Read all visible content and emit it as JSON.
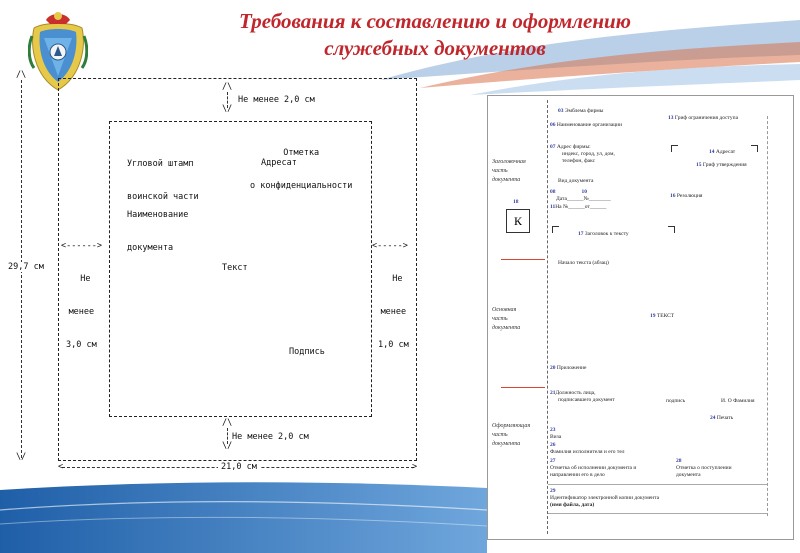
{
  "title": {
    "line1": "Требования к составлению и оформлению",
    "line2": "служебных документов"
  },
  "colors": {
    "title": "#c0272d",
    "accent_blue": "#1f5fa8",
    "form_number": "#2f3b9c",
    "form_red_line": "#d9452f"
  },
  "emblem": {
    "icon": "military-academy-emblem-icon"
  },
  "layout_scheme": {
    "height_label": "29,7 см",
    "width_label": "21,0 см",
    "top_margin": "Не менее 2,0 см",
    "bottom_margin": "Не менее 2,0 см",
    "left_margin": [
      "Не",
      "менее",
      "3,0 см"
    ],
    "right_margin": [
      "Не",
      "менее",
      "1,0 см"
    ],
    "corner_stamp": [
      "Угловой штамп",
      "воинской части"
    ],
    "confidentiality": [
      "Отметка",
      "о конфиденциальности"
    ],
    "addressee": "Адресат",
    "doc_name": [
      "Наименование",
      "документа"
    ],
    "text": "Текст",
    "signature": "Подпись"
  },
  "form_sample": {
    "side_labels": [
      [
        "Заголовочная",
        "часть",
        "документа"
      ],
      [
        "Основная",
        "часть",
        "документа"
      ],
      [
        "Оформляющая",
        "часть",
        "документа"
      ]
    ],
    "k_box": "К",
    "fields": [
      {
        "num": "03",
        "text": "Эмблема фирмы"
      },
      {
        "num": "06",
        "text": "Наименование организации"
      },
      {
        "num": "13",
        "text": "Гриф ограничения доступа"
      },
      {
        "num": "07",
        "text": "Адрес фирмы:"
      },
      {
        "num": "",
        "text": "индекс, город, ул, дом,"
      },
      {
        "num": "",
        "text": "телефон, факс"
      },
      {
        "num": "14",
        "text": "Адресат"
      },
      {
        "num": "15",
        "text": "Гриф утверждения"
      },
      {
        "num": "",
        "text": "Вид документа"
      },
      {
        "num": "08",
        "text": "Дата______№"
      },
      {
        "num": "10",
        "text": ""
      },
      {
        "num": "11",
        "text": "На №______от______"
      },
      {
        "num": "16",
        "text": "Резолюция"
      },
      {
        "num": "18",
        "text": ""
      },
      {
        "num": "17",
        "text": "Заголовок к тексту"
      },
      {
        "num": "",
        "text": "Начало текста (абзац)"
      },
      {
        "num": "19",
        "text": "ТЕКСТ"
      },
      {
        "num": "20",
        "text": "Приложение"
      },
      {
        "num": "21",
        "text": "Должность лица,"
      },
      {
        "num": "",
        "text": "подписавшего документ"
      },
      {
        "num": "",
        "text": "подпись"
      },
      {
        "num": "",
        "text": "И. О Фамилия"
      },
      {
        "num": "24",
        "text": "Печать"
      },
      {
        "num": "23",
        "text": ""
      },
      {
        "num": "",
        "text": "Виза"
      },
      {
        "num": "26",
        "text": ""
      },
      {
        "num": "",
        "text": "Фамилия исполнителя и его тел"
      },
      {
        "num": "27",
        "text": ""
      },
      {
        "num": "",
        "text": "Отметка об исполнении документа и"
      },
      {
        "num": "",
        "text": "направлении его в дело"
      },
      {
        "num": "28",
        "text": ""
      },
      {
        "num": "",
        "text": "Отметка о поступлении"
      },
      {
        "num": "",
        "text": "документа"
      },
      {
        "num": "29",
        "text": ""
      },
      {
        "num": "",
        "text": "Идентификатор электронной копии документа"
      },
      {
        "num": "",
        "text": "(имя файла, дата)"
      }
    ]
  }
}
